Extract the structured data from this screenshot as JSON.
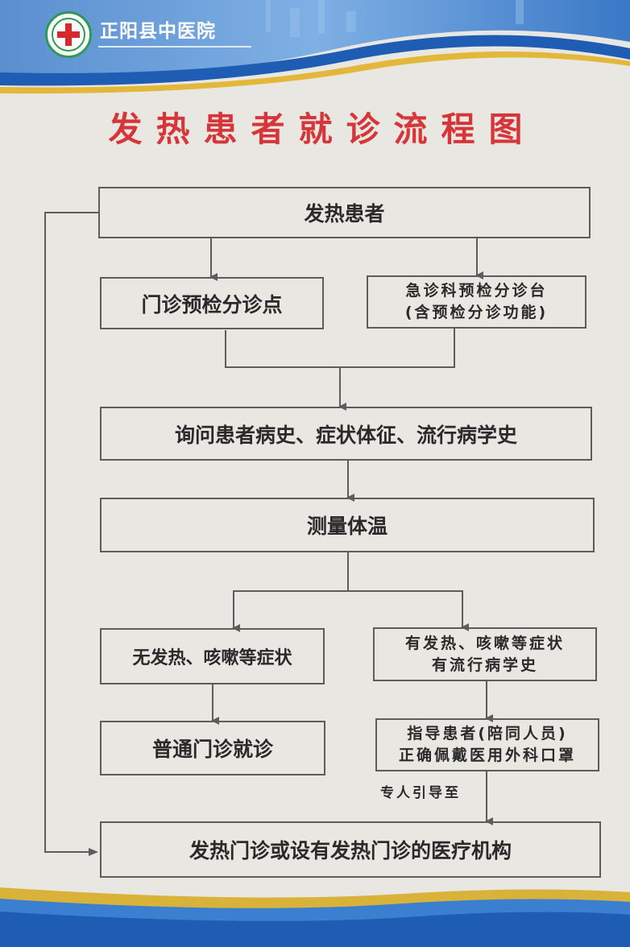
{
  "header": {
    "hospital_name": "正阳县中医院",
    "logo_icon": "hospital-logo-icon"
  },
  "title": "发热患者就诊流程图",
  "nodes": {
    "fever_patient": "发热患者",
    "outpatient_triage": "门诊预检分诊点",
    "emergency_triage_line1": "急诊科预检分诊台",
    "emergency_triage_line2": "(含预检分诊功能)",
    "inquiry": "询问患者病史、症状体征、流行病学史",
    "measure_temp": "测量体温",
    "no_fever": "无发热、咳嗽等症状",
    "has_fever_line1": "有发热、咳嗽等症状",
    "has_fever_line2": "有流行病学史",
    "regular_clinic": "普通门诊就诊",
    "mask_line1": "指导患者(陪同人员)",
    "mask_line2": "正确佩戴医用外科口罩",
    "escort_label": "专人引导至",
    "fever_clinic": "发热门诊或设有发热门诊的医疗机构"
  },
  "colors": {
    "title_red": "#d6363a",
    "header_blue": "#2f6fc2",
    "border_gray": "#5c5c5c"
  }
}
